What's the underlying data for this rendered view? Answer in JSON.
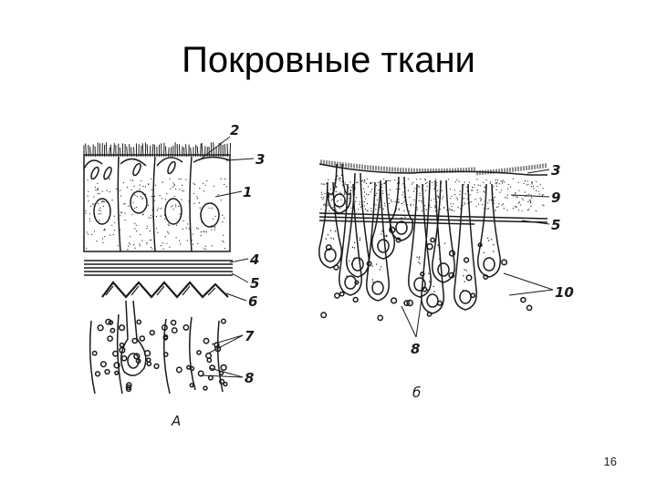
{
  "slide": {
    "title": "Покровные ткани",
    "page_number": "16"
  },
  "panel_a": {
    "caption": "А",
    "labels": [
      "2",
      "3",
      "1",
      "4",
      "5",
      "6",
      "7",
      "8"
    ]
  },
  "panel_b": {
    "caption": "б",
    "labels": [
      "3",
      "9",
      "5",
      "10",
      "8"
    ]
  },
  "colors": {
    "ink": "#1a1a1a",
    "background": "#ffffff"
  }
}
